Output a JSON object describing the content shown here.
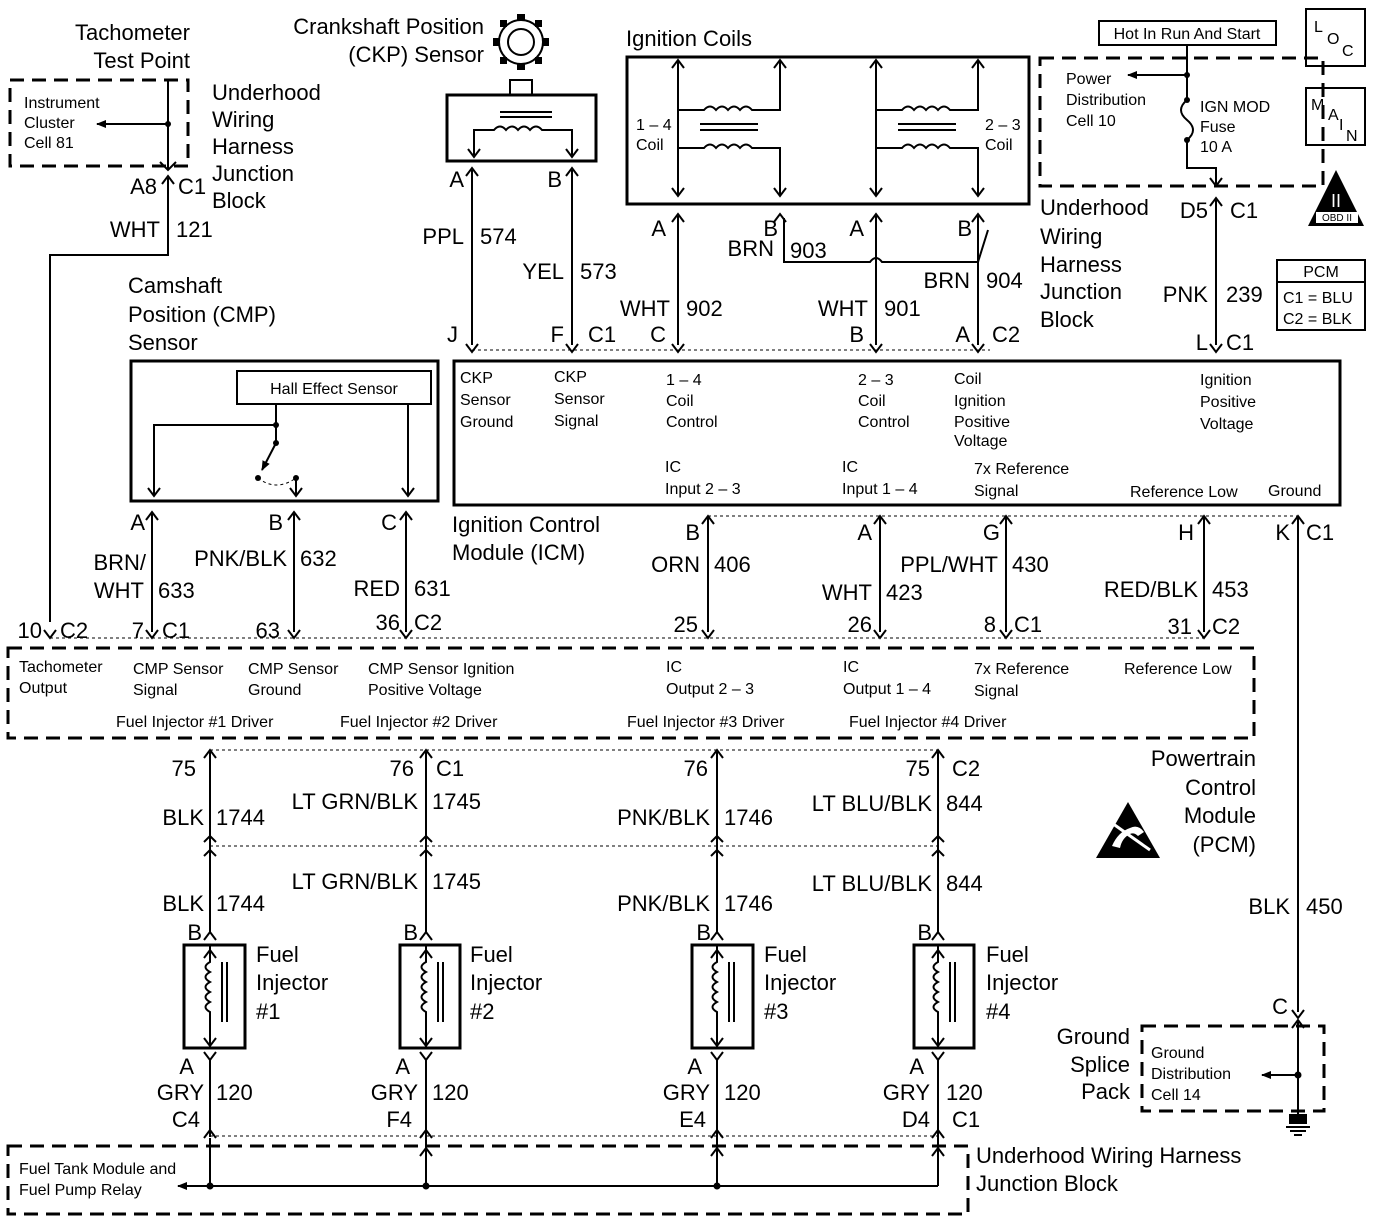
{
  "tach": {
    "title": [
      "Tachometer",
      "Test Point"
    ],
    "cluster": [
      "Instrument",
      "Cluster",
      "Cell 81"
    ],
    "conn": [
      "A8",
      "C1"
    ],
    "wire": [
      "WHT",
      "121"
    ]
  },
  "uhjb_top": [
    "Underhood",
    "Wiring",
    "Harness",
    "Junction",
    "Block"
  ],
  "ckp": {
    "title": [
      "Crankshaft Position",
      "(CKP) Sensor"
    ],
    "pins": [
      "A",
      "B"
    ],
    "wire_a": [
      "PPL",
      "574"
    ],
    "wire_b": [
      "YEL",
      "573"
    ],
    "icm_pins": [
      "J",
      "F",
      "C1"
    ]
  },
  "coils": {
    "title": "Ignition Coils",
    "left": [
      "1 – 4",
      "Coil"
    ],
    "right": [
      "2 – 3",
      "Coil"
    ],
    "pins": [
      "A",
      "B",
      "A",
      "B"
    ],
    "splice_wire": [
      "BRN",
      "903"
    ],
    "wire_902": [
      "WHT",
      "902"
    ],
    "wire_901": [
      "WHT",
      "901"
    ],
    "wire_904": [
      "BRN",
      "904"
    ],
    "icm_pins": [
      "C",
      "B",
      "A",
      "C2"
    ]
  },
  "power": {
    "hot": "Hot In Run And Start",
    "pdc": [
      "Power",
      "Distribution",
      "Cell 10"
    ],
    "fuse": [
      "IGN MOD",
      "Fuse",
      "10 A"
    ],
    "conn": [
      "D5",
      "C1"
    ],
    "wire": [
      "PNK",
      "239"
    ],
    "icm_pins": [
      "L",
      "C1"
    ]
  },
  "uhjb_right": [
    "Underhood",
    "Wiring",
    "Harness",
    "Junction",
    "Block"
  ],
  "badges": {
    "loc": [
      "L",
      "O",
      "C"
    ],
    "main": [
      "M",
      "A",
      "I",
      "N"
    ],
    "obd": "OBD II",
    "obd_mark": "II"
  },
  "pcm_legend": {
    "title": "PCM",
    "c1": "C1 = BLU",
    "c2": "C2 = BLK"
  },
  "cmp": {
    "title": [
      "Camshaft",
      "Position (CMP)",
      "Sensor"
    ],
    "hall": "Hall Effect Sensor",
    "pins": [
      "A",
      "B",
      "C"
    ],
    "wire_a": [
      "BRN/",
      "WHT",
      "633"
    ],
    "wire_b": [
      "PNK/BLK",
      "632"
    ],
    "wire_c": [
      "RED",
      "631"
    ]
  },
  "icm": {
    "title": [
      "Ignition Control",
      "Module (ICM)"
    ],
    "labels": [
      [
        "CKP",
        "Sensor",
        "Ground"
      ],
      [
        "CKP",
        "Sensor",
        "Signal"
      ],
      [
        "1 – 4",
        "Coil",
        "Control"
      ],
      [
        "2 – 3",
        "Coil",
        "Control"
      ],
      [
        "Coil",
        "Ignition",
        "Positive",
        "Voltage"
      ],
      [
        "Ignition",
        "Positive",
        "Voltage"
      ]
    ],
    "bottom_labels": [
      [
        "IC",
        "Input 2 – 3"
      ],
      [
        "IC",
        "Input 1 – 4"
      ],
      [
        "7x Reference",
        "Signal"
      ],
      [
        "Reference Low"
      ],
      [
        "Ground"
      ]
    ],
    "bottom_pins": [
      "B",
      "A",
      "G",
      "H",
      "K",
      "C1"
    ]
  },
  "icm_pcm_wires": {
    "w406": [
      "ORN",
      "406"
    ],
    "w423": [
      "WHT",
      "423"
    ],
    "w430": [
      "PPL/WHT",
      "430"
    ],
    "w453": [
      "RED/BLK",
      "453"
    ],
    "w450": [
      "BLK",
      "450"
    ]
  },
  "pcm": {
    "title": [
      "Powertrain",
      "Control",
      "Module",
      "(PCM)"
    ],
    "top_pins": [
      "10",
      "C2",
      "7",
      "C1",
      "63",
      "36",
      "C2",
      "25",
      "26",
      "8",
      "C1",
      "31",
      "C2"
    ],
    "labels": [
      [
        "Tachometer",
        "Output"
      ],
      [
        "CMP Sensor",
        "Signal"
      ],
      [
        "CMP Sensor",
        "Ground"
      ],
      [
        "CMP Sensor Ignition",
        "Positive Voltage"
      ],
      [
        "IC",
        "Output 2 – 3"
      ],
      [
        "IC",
        "Output 1 – 4"
      ],
      [
        "7x Reference",
        "Signal"
      ],
      [
        "Reference Low"
      ]
    ],
    "drivers": [
      "Fuel Injector  #1 Driver",
      "Fuel Injector  #2 Driver",
      "Fuel Injector  #3 Driver",
      "Fuel Injector  #4 Driver"
    ],
    "bottom_pins": [
      "75",
      "76",
      "C1",
      "76",
      "75",
      "C2"
    ]
  },
  "inj_wires": [
    {
      "color": "BLK",
      "num": "1744"
    },
    {
      "color": "LT GRN/BLK",
      "num": "1745"
    },
    {
      "color": "PNK/BLK",
      "num": "1746"
    },
    {
      "color": "LT BLU/BLK",
      "num": "844"
    }
  ],
  "injectors": [
    {
      "title": [
        "Fuel",
        "Injector",
        "#1"
      ],
      "pin_top": "B",
      "pin_bot": "A",
      "wire": [
        "GRY",
        "120"
      ],
      "conn": "C4"
    },
    {
      "title": [
        "Fuel",
        "Injector",
        "#2"
      ],
      "pin_top": "B",
      "pin_bot": "A",
      "wire": [
        "GRY",
        "120"
      ],
      "conn": "F4"
    },
    {
      "title": [
        "Fuel",
        "Injector",
        "#3"
      ],
      "pin_top": "B",
      "pin_bot": "A",
      "wire": [
        "GRY",
        "120"
      ],
      "conn": "E4"
    },
    {
      "title": [
        "Fuel",
        "Injector",
        "#4"
      ],
      "pin_top": "B",
      "pin_bot": "A",
      "wire": [
        "GRY",
        "120"
      ],
      "conn": "D4",
      "conn2": "C1"
    }
  ],
  "ground": {
    "title": [
      "Ground",
      "Splice",
      "Pack"
    ],
    "pin": "C",
    "cell": [
      "Ground",
      "Distribution",
      "Cell 14"
    ]
  },
  "bottom": {
    "relay": [
      "Fuel Tank Module and",
      "Fuel Pump Relay"
    ],
    "uhjb": [
      "Underhood Wiring Harness",
      "Junction Block"
    ]
  }
}
